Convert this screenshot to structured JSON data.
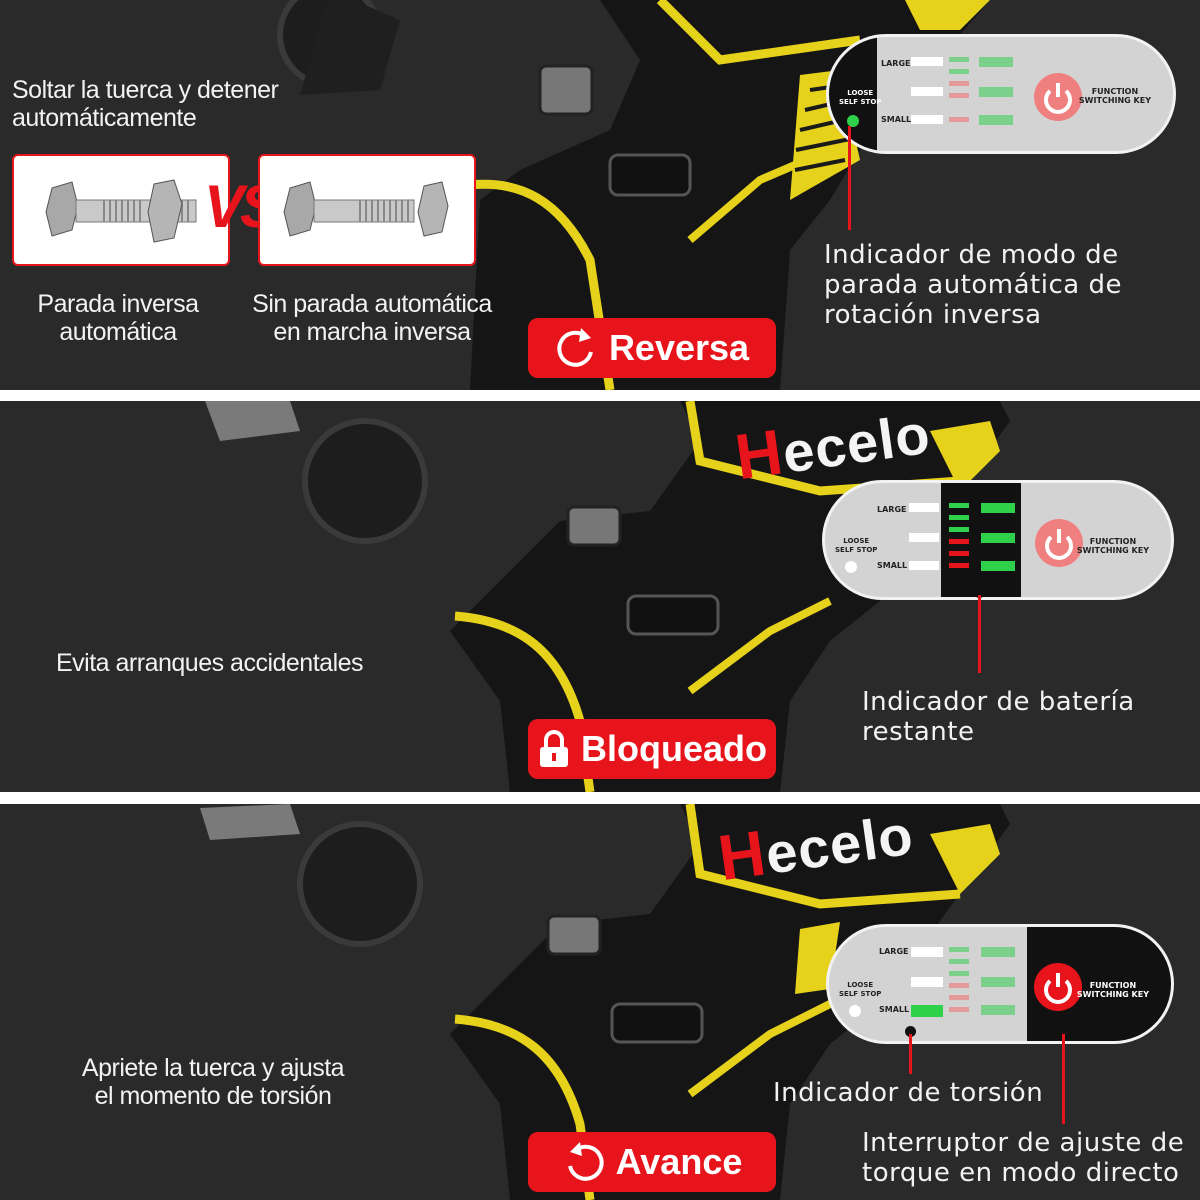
{
  "colors": {
    "background": "#2a2a2a",
    "accent_red": "#e8141c",
    "tool_yellow": "#f2e01c",
    "led_green": "#2fd04a"
  },
  "brand": {
    "h": "H",
    "rest": "ecelo"
  },
  "control_panel": {
    "large": "LARGE",
    "small": "SMALL",
    "loose_1": "LOOSE",
    "loose_2": "SELF STOP",
    "function_1": "FUNCTION",
    "function_2": "SWITCHING KEY"
  },
  "reverse": {
    "description": "Soltar la tuerca y detener automáticamente",
    "vs": "VS",
    "label_left": "Parada inversa automática",
    "label_right": "Sin parada automática en marcha inversa",
    "callout": "Indicador de modo de parada automática de rotación inversa",
    "button": "Reversa",
    "button_icon": "rotate-icon"
  },
  "locked": {
    "description": "Evita arranques accidentales",
    "callout": "Indicador de batería restante",
    "button": "Bloqueado",
    "button_icon": "lock-icon"
  },
  "forward": {
    "description": "Apriete la tuerca y ajusta el momento de torsión",
    "callout_torque": "Indicador de torsión",
    "callout_switch": "Interruptor de ajuste de torque en modo directo",
    "button": "Avance",
    "button_icon": "rotate-icon"
  }
}
